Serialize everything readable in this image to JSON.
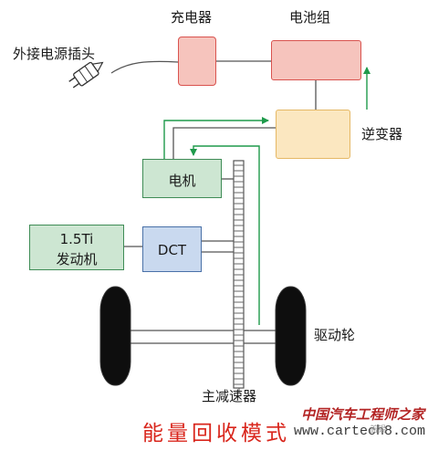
{
  "components": {
    "charger": "充电器",
    "battery": "电池组",
    "plug": "外接电源插头",
    "inverter": "逆变器",
    "motor": "电机",
    "engine": [
      "1.5Ti",
      "发动机"
    ],
    "dct": "DCT",
    "wheels": "驱动轮",
    "reducer": "主减速器"
  },
  "caption": "能量回收模式",
  "watermark": {
    "site_cn": "中国汽车工程师之家",
    "site_url": "www.cartech8.com",
    "user": "盖锡"
  },
  "colors": {
    "charger_fill": "#f6c4bd",
    "battery_fill": "#f6c4bd",
    "inverter_fill": "#fbe7c0",
    "motor_fill": "#cde6d2",
    "engine_fill": "#cde6d2",
    "dct_fill": "#c9d9ef",
    "flow_arrow": "#1e9a4b",
    "caption": "#d9261c"
  }
}
